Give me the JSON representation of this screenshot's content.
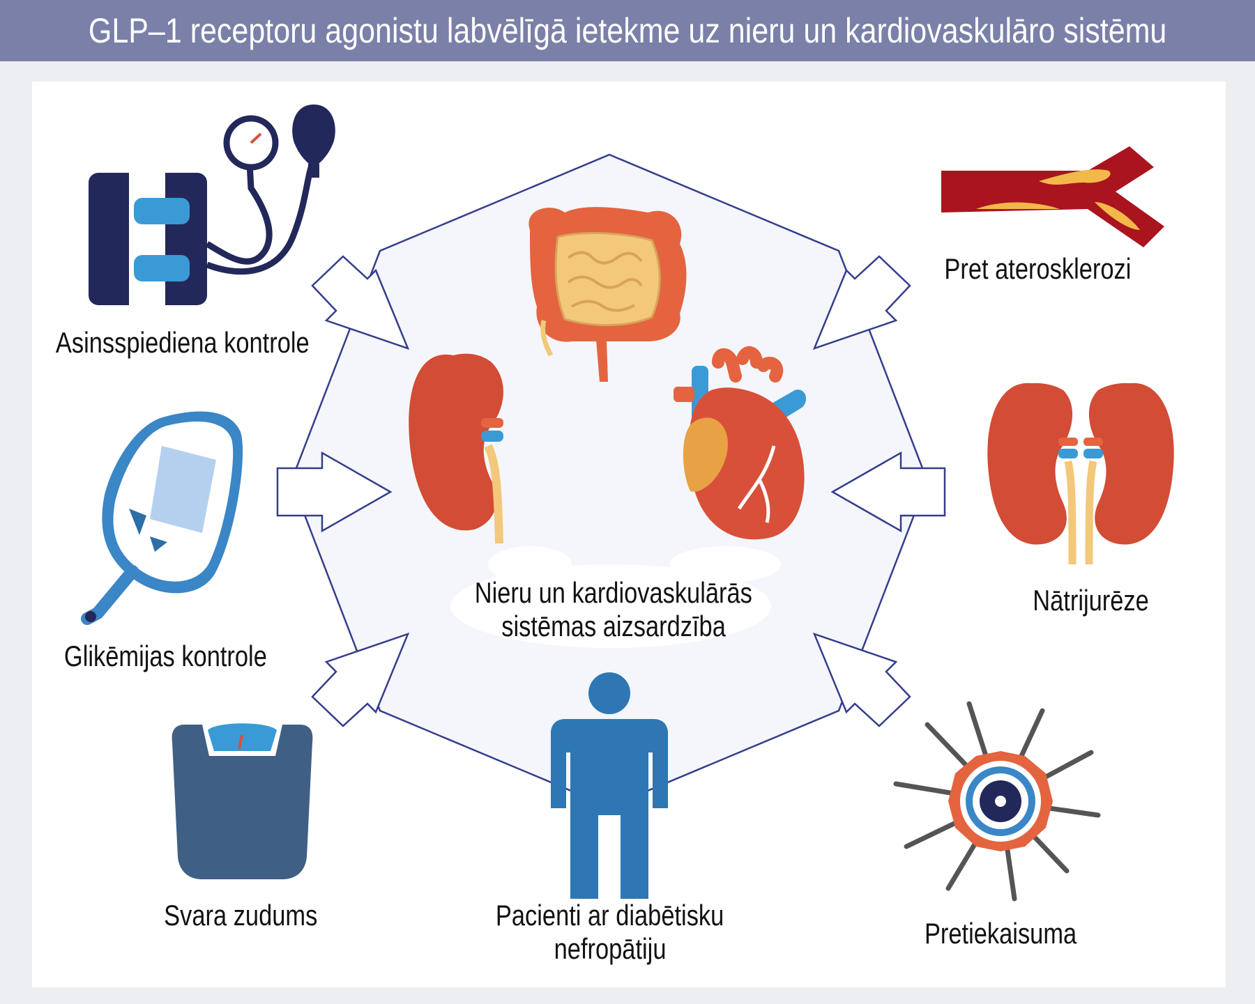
{
  "title": "GLP–1 receptoru agonistu labvēlīgā ietekme uz nieru un kardiovaskulāro sistēmu",
  "center": {
    "line1": "Nieru un kardiovaskulārās",
    "line2": "sistēmas aizsardzība"
  },
  "factors": {
    "blood_pressure": "Asinsspiediena kontrole",
    "glycemia": "Glikēmijas kontrole",
    "weight": "Svara zudums",
    "patients_line1": "Pacienti ar diabētisku",
    "patients_line2": "nefropātiju",
    "anti_inflammatory": "Pretiekaisuma",
    "natriuresis": "Nātrijurēze",
    "atherosclerosis": "Pret aterosklerozi"
  },
  "colors": {
    "header": "#7a80a8",
    "navy": "#23285a",
    "organ_red": "#d9503a",
    "organ_yellow": "#f3c87a",
    "vessel_blue": "#3a9ad6",
    "person_blue": "#2e77b4",
    "scale_blue": "#3f5f85",
    "octagon_stroke": "#343d8a",
    "octagon_fill": "#f4f6fb"
  }
}
